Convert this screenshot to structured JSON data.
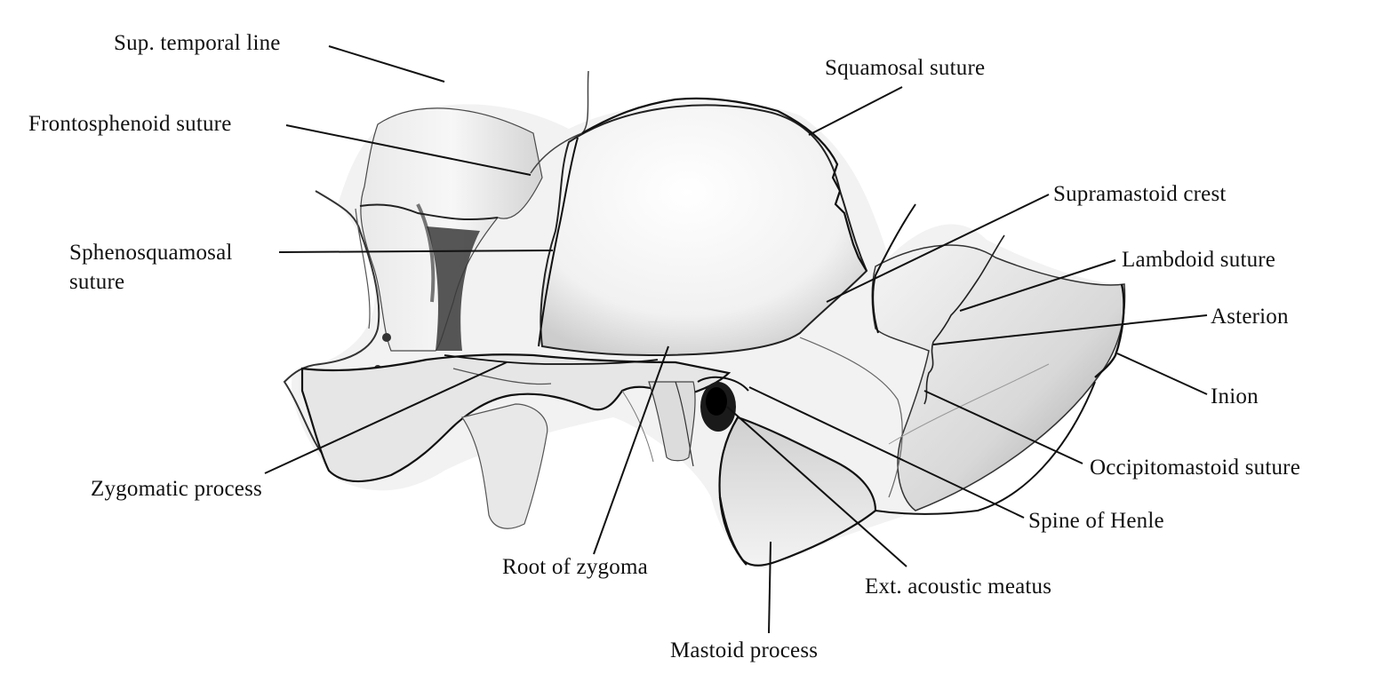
{
  "labels": {
    "sup_temporal_line": "Sup. temporal line",
    "squamosal_suture": "Squamosal suture",
    "frontosphenoid_suture": "Frontosphenoid suture",
    "supramastoid_crest": "Supramastoid crest",
    "sphenosquamosal_1": "Sphenosquamosal",
    "sphenosquamosal_2": "suture",
    "lambdoid_suture": "Lambdoid suture",
    "asterion": "Asterion",
    "inion": "Inion",
    "occipitomastoid_suture": "Occipitomastoid suture",
    "zygomatic_process": "Zygomatic process",
    "spine_of_henle": "Spine of Henle",
    "root_of_zygoma": "Root of zygoma",
    "ext_acoustic_meatus": "Ext. acoustic meatus",
    "mastoid_process": "Mastoid process"
  },
  "colors": {
    "ink": "#111111",
    "bone_light": "#f4f4f4",
    "bone_mid": "#cfcfcf",
    "shadow": "#2a2a2a"
  }
}
